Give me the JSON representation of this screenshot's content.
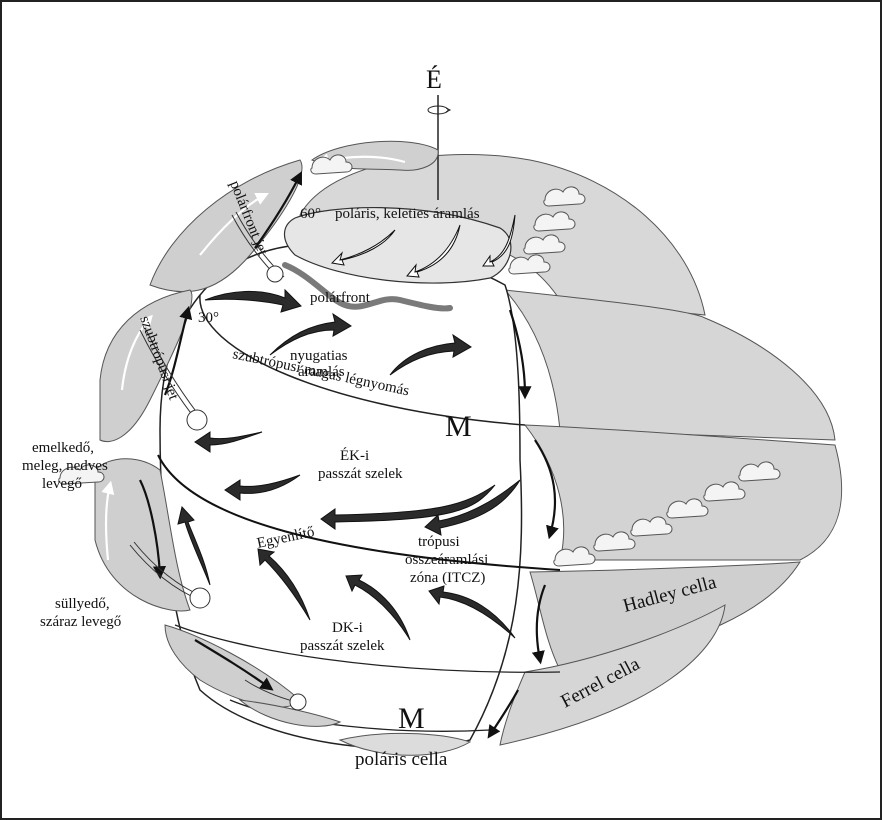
{
  "labels": {
    "north": "É",
    "lat60": "60°",
    "lat30": "30°",
    "polar_easterlies": "poláris, keleties áramlás",
    "polar_front_jet": "polárfront jet",
    "polar_front": "polárfront",
    "westerlies_1": "nyugatias",
    "westerlies_2": "áramlás",
    "subtropical_jet": "szubtrópusi jet",
    "subtropical_high": "szubtrópusi magas légnyomás",
    "high_north": "M",
    "ne_trades_1": "ÉK-i",
    "ne_trades_2": "passzát szelek",
    "rising_1": "emelkedő,",
    "rising_2": "meleg, nedves",
    "rising_3": "levegő",
    "equator": "Egyenlítő",
    "itcz_1": "trópusi",
    "itcz_2": "összeáramlási",
    "itcz_3": "zóna (ITCZ)",
    "sinking_1": "süllyedő,",
    "sinking_2": "száraz levegő",
    "se_trades_1": "DK-i",
    "se_trades_2": "passzát szelek",
    "hadley": "Hadley cella",
    "ferrel": "Ferrel cella",
    "high_south": "M",
    "polar_cell": "poláris cella"
  },
  "colors": {
    "frame": "#222222",
    "cell_fill": "#d4d4d4",
    "cell_fill_dark": "#bdbdbd",
    "cap_fill": "#e3e3e3",
    "polar_front_line": "#7a7a7a",
    "arrow_dark": "#2b2b2b",
    "cloud": "#f4f4f4"
  },
  "icons": {
    "rotation": "rotation-arrow-icon",
    "cloud": "cloud-icon"
  }
}
